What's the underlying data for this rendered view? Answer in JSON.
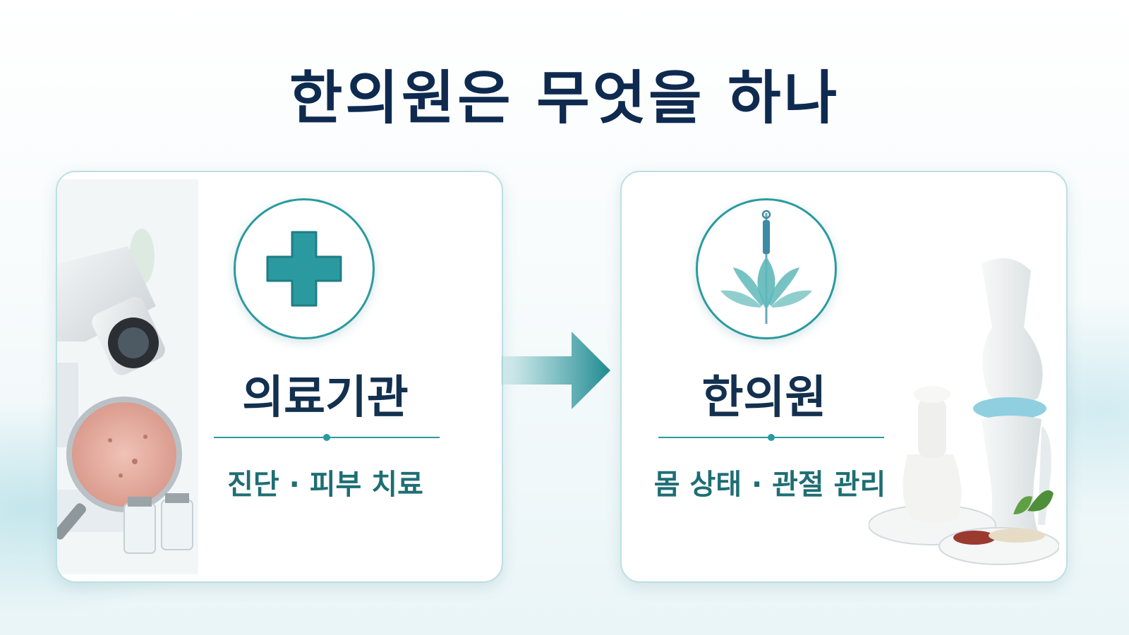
{
  "title": "한의원은 무엇을 하나",
  "colors": {
    "accent": "#2a9aa0",
    "navy": "#0f2a4f",
    "desc": "#1e6e74"
  },
  "cards": [
    {
      "label": "의료기관",
      "description": "진단 · 피부 치료",
      "icon": "medical-cross-icon"
    },
    {
      "label": "한의원",
      "description": "몸 상태 · 관절 관리",
      "icon": "acupuncture-lotus-icon"
    }
  ],
  "arrow_icon": "right-arrow-icon"
}
